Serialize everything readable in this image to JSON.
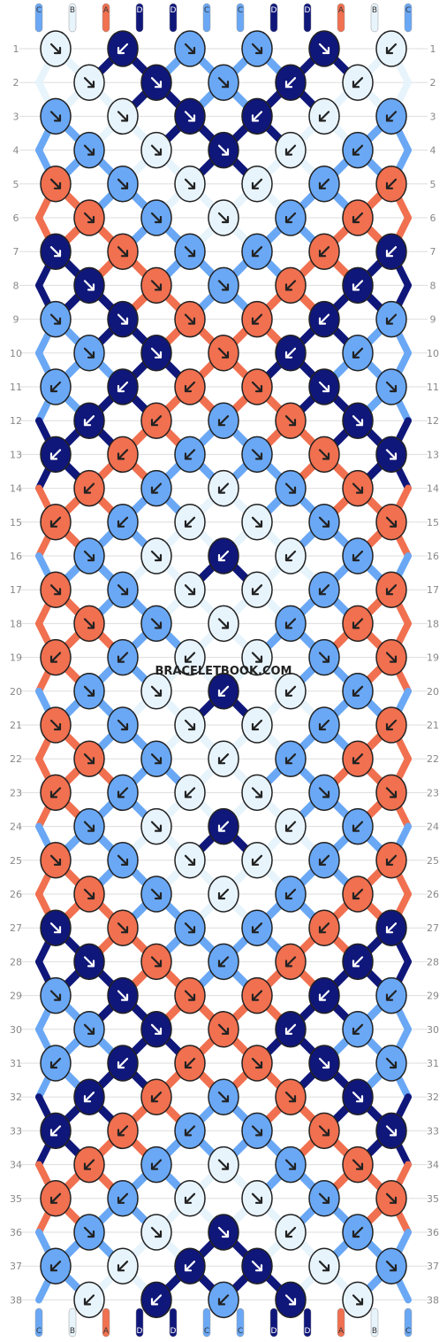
{
  "watermark": "BRACELETBOOK.COM",
  "colors": {
    "A": "#f07050",
    "B": "#e8f4fc",
    "C": "#6aa8f5",
    "D": "#10177a"
  },
  "strands_top": [
    "C",
    "B",
    "A",
    "D",
    "D",
    "C",
    "C",
    "D",
    "D",
    "A",
    "B",
    "C"
  ],
  "strands_bottom": [
    "C",
    "B",
    "A",
    "D",
    "D",
    "C",
    "C",
    "D",
    "D",
    "A",
    "B",
    "C"
  ],
  "row_count": 38,
  "knot_rows": [
    {
      "row": 1,
      "knots": [
        {
          "color": "B",
          "dir": "br"
        },
        {
          "color": "D",
          "dir": "bl"
        },
        {
          "color": "C",
          "dir": "br"
        },
        {
          "color": "C",
          "dir": "br"
        },
        {
          "color": "D",
          "dir": "br"
        },
        {
          "color": "B",
          "dir": "bl"
        }
      ]
    },
    {
      "row": 2,
      "knots": [
        {
          "color": "B",
          "dir": "br"
        },
        {
          "color": "D",
          "dir": "br"
        },
        {
          "color": "C",
          "dir": "br"
        },
        {
          "color": "D",
          "dir": "bl"
        },
        {
          "color": "B",
          "dir": "bl"
        }
      ]
    },
    {
      "row": 3,
      "knots": [
        {
          "color": "C",
          "dir": "br"
        },
        {
          "color": "B",
          "dir": "br"
        },
        {
          "color": "D",
          "dir": "br"
        },
        {
          "color": "D",
          "dir": "bl"
        },
        {
          "color": "B",
          "dir": "bl"
        },
        {
          "color": "C",
          "dir": "bl"
        }
      ]
    },
    {
      "row": 4,
      "knots": [
        {
          "color": "C",
          "dir": "br"
        },
        {
          "color": "B",
          "dir": "br"
        },
        {
          "color": "D",
          "dir": "br"
        },
        {
          "color": "B",
          "dir": "bl"
        },
        {
          "color": "C",
          "dir": "bl"
        }
      ]
    },
    {
      "row": 5,
      "knots": [
        {
          "color": "A",
          "dir": "br"
        },
        {
          "color": "C",
          "dir": "br"
        },
        {
          "color": "B",
          "dir": "br"
        },
        {
          "color": "B",
          "dir": "bl"
        },
        {
          "color": "C",
          "dir": "bl"
        },
        {
          "color": "A",
          "dir": "bl"
        }
      ]
    },
    {
      "row": 6,
      "knots": [
        {
          "color": "A",
          "dir": "br"
        },
        {
          "color": "C",
          "dir": "br"
        },
        {
          "color": "B",
          "dir": "br"
        },
        {
          "color": "C",
          "dir": "bl"
        },
        {
          "color": "A",
          "dir": "bl"
        }
      ]
    },
    {
      "row": 7,
      "knots": [
        {
          "color": "D",
          "dir": "br"
        },
        {
          "color": "A",
          "dir": "br"
        },
        {
          "color": "C",
          "dir": "br"
        },
        {
          "color": "C",
          "dir": "bl"
        },
        {
          "color": "A",
          "dir": "bl"
        },
        {
          "color": "D",
          "dir": "bl"
        }
      ]
    },
    {
      "row": 8,
      "knots": [
        {
          "color": "D",
          "dir": "br"
        },
        {
          "color": "A",
          "dir": "br"
        },
        {
          "color": "C",
          "dir": "br"
        },
        {
          "color": "A",
          "dir": "bl"
        },
        {
          "color": "D",
          "dir": "bl"
        }
      ]
    },
    {
      "row": 9,
      "knots": [
        {
          "color": "C",
          "dir": "br"
        },
        {
          "color": "D",
          "dir": "br"
        },
        {
          "color": "A",
          "dir": "br"
        },
        {
          "color": "A",
          "dir": "bl"
        },
        {
          "color": "D",
          "dir": "bl"
        },
        {
          "color": "C",
          "dir": "bl"
        }
      ]
    },
    {
      "row": 10,
      "knots": [
        {
          "color": "C",
          "dir": "br"
        },
        {
          "color": "D",
          "dir": "br"
        },
        {
          "color": "A",
          "dir": "br"
        },
        {
          "color": "D",
          "dir": "bl"
        },
        {
          "color": "C",
          "dir": "bl"
        }
      ]
    },
    {
      "row": 11,
      "knots": [
        {
          "color": "C",
          "dir": "bl"
        },
        {
          "color": "D",
          "dir": "bl"
        },
        {
          "color": "A",
          "dir": "bl"
        },
        {
          "color": "A",
          "dir": "br"
        },
        {
          "color": "D",
          "dir": "br"
        },
        {
          "color": "C",
          "dir": "br"
        }
      ]
    },
    {
      "row": 12,
      "knots": [
        {
          "color": "D",
          "dir": "bl"
        },
        {
          "color": "A",
          "dir": "bl"
        },
        {
          "color": "C",
          "dir": "bl"
        },
        {
          "color": "A",
          "dir": "br"
        },
        {
          "color": "D",
          "dir": "br"
        }
      ]
    },
    {
      "row": 13,
      "knots": [
        {
          "color": "D",
          "dir": "bl"
        },
        {
          "color": "A",
          "dir": "bl"
        },
        {
          "color": "C",
          "dir": "bl"
        },
        {
          "color": "C",
          "dir": "br"
        },
        {
          "color": "A",
          "dir": "br"
        },
        {
          "color": "D",
          "dir": "br"
        }
      ]
    },
    {
      "row": 14,
      "knots": [
        {
          "color": "A",
          "dir": "bl"
        },
        {
          "color": "C",
          "dir": "bl"
        },
        {
          "color": "B",
          "dir": "bl"
        },
        {
          "color": "C",
          "dir": "br"
        },
        {
          "color": "A",
          "dir": "br"
        }
      ]
    },
    {
      "row": 15,
      "knots": [
        {
          "color": "A",
          "dir": "bl"
        },
        {
          "color": "C",
          "dir": "bl"
        },
        {
          "color": "B",
          "dir": "bl"
        },
        {
          "color": "B",
          "dir": "br"
        },
        {
          "color": "C",
          "dir": "br"
        },
        {
          "color": "A",
          "dir": "br"
        }
      ]
    },
    {
      "row": 16,
      "knots": [
        {
          "color": "C",
          "dir": "br"
        },
        {
          "color": "B",
          "dir": "br"
        },
        {
          "color": "D",
          "dir": "bl"
        },
        {
          "color": "B",
          "dir": "bl"
        },
        {
          "color": "C",
          "dir": "bl"
        }
      ]
    },
    {
      "row": 17,
      "knots": [
        {
          "color": "A",
          "dir": "br"
        },
        {
          "color": "C",
          "dir": "br"
        },
        {
          "color": "B",
          "dir": "br"
        },
        {
          "color": "B",
          "dir": "bl"
        },
        {
          "color": "C",
          "dir": "bl"
        },
        {
          "color": "A",
          "dir": "bl"
        }
      ]
    },
    {
      "row": 18,
      "knots": [
        {
          "color": "A",
          "dir": "br"
        },
        {
          "color": "C",
          "dir": "br"
        },
        {
          "color": "B",
          "dir": "br"
        },
        {
          "color": "C",
          "dir": "bl"
        },
        {
          "color": "A",
          "dir": "bl"
        }
      ]
    },
    {
      "row": 19,
      "knots": [
        {
          "color": "A",
          "dir": "bl"
        },
        {
          "color": "C",
          "dir": "bl"
        },
        {
          "color": "B",
          "dir": "bl"
        },
        {
          "color": "B",
          "dir": "br"
        },
        {
          "color": "C",
          "dir": "br"
        },
        {
          "color": "A",
          "dir": "br"
        }
      ]
    },
    {
      "row": 20,
      "knots": [
        {
          "color": "C",
          "dir": "br"
        },
        {
          "color": "B",
          "dir": "br"
        },
        {
          "color": "D",
          "dir": "bl"
        },
        {
          "color": "B",
          "dir": "bl"
        },
        {
          "color": "C",
          "dir": "bl"
        }
      ]
    },
    {
      "row": 21,
      "knots": [
        {
          "color": "A",
          "dir": "br"
        },
        {
          "color": "C",
          "dir": "br"
        },
        {
          "color": "B",
          "dir": "br"
        },
        {
          "color": "B",
          "dir": "bl"
        },
        {
          "color": "C",
          "dir": "bl"
        },
        {
          "color": "A",
          "dir": "bl"
        }
      ]
    },
    {
      "row": 22,
      "knots": [
        {
          "color": "A",
          "dir": "br"
        },
        {
          "color": "C",
          "dir": "br"
        },
        {
          "color": "B",
          "dir": "bl"
        },
        {
          "color": "C",
          "dir": "bl"
        },
        {
          "color": "A",
          "dir": "bl"
        }
      ]
    },
    {
      "row": 23,
      "knots": [
        {
          "color": "A",
          "dir": "bl"
        },
        {
          "color": "C",
          "dir": "bl"
        },
        {
          "color": "B",
          "dir": "bl"
        },
        {
          "color": "B",
          "dir": "br"
        },
        {
          "color": "C",
          "dir": "br"
        },
        {
          "color": "A",
          "dir": "br"
        }
      ]
    },
    {
      "row": 24,
      "knots": [
        {
          "color": "C",
          "dir": "br"
        },
        {
          "color": "B",
          "dir": "br"
        },
        {
          "color": "D",
          "dir": "bl"
        },
        {
          "color": "B",
          "dir": "bl"
        },
        {
          "color": "C",
          "dir": "bl"
        }
      ]
    },
    {
      "row": 25,
      "knots": [
        {
          "color": "A",
          "dir": "br"
        },
        {
          "color": "C",
          "dir": "br"
        },
        {
          "color": "B",
          "dir": "br"
        },
        {
          "color": "B",
          "dir": "bl"
        },
        {
          "color": "C",
          "dir": "bl"
        },
        {
          "color": "A",
          "dir": "bl"
        }
      ]
    },
    {
      "row": 26,
      "knots": [
        {
          "color": "A",
          "dir": "br"
        },
        {
          "color": "C",
          "dir": "br"
        },
        {
          "color": "B",
          "dir": "bl"
        },
        {
          "color": "C",
          "dir": "bl"
        },
        {
          "color": "A",
          "dir": "bl"
        }
      ]
    },
    {
      "row": 27,
      "knots": [
        {
          "color": "D",
          "dir": "br"
        },
        {
          "color": "A",
          "dir": "br"
        },
        {
          "color": "C",
          "dir": "br"
        },
        {
          "color": "C",
          "dir": "bl"
        },
        {
          "color": "A",
          "dir": "bl"
        },
        {
          "color": "D",
          "dir": "bl"
        }
      ]
    },
    {
      "row": 28,
      "knots": [
        {
          "color": "D",
          "dir": "br"
        },
        {
          "color": "A",
          "dir": "br"
        },
        {
          "color": "C",
          "dir": "bl"
        },
        {
          "color": "A",
          "dir": "bl"
        },
        {
          "color": "D",
          "dir": "bl"
        }
      ]
    },
    {
      "row": 29,
      "knots": [
        {
          "color": "C",
          "dir": "br"
        },
        {
          "color": "D",
          "dir": "br"
        },
        {
          "color": "A",
          "dir": "br"
        },
        {
          "color": "A",
          "dir": "bl"
        },
        {
          "color": "D",
          "dir": "bl"
        },
        {
          "color": "C",
          "dir": "bl"
        }
      ]
    },
    {
      "row": 30,
      "knots": [
        {
          "color": "C",
          "dir": "br"
        },
        {
          "color": "D",
          "dir": "br"
        },
        {
          "color": "A",
          "dir": "br"
        },
        {
          "color": "D",
          "dir": "bl"
        },
        {
          "color": "C",
          "dir": "bl"
        }
      ]
    },
    {
      "row": 31,
      "knots": [
        {
          "color": "C",
          "dir": "bl"
        },
        {
          "color": "D",
          "dir": "bl"
        },
        {
          "color": "A",
          "dir": "bl"
        },
        {
          "color": "A",
          "dir": "br"
        },
        {
          "color": "D",
          "dir": "br"
        },
        {
          "color": "C",
          "dir": "br"
        }
      ]
    },
    {
      "row": 32,
      "knots": [
        {
          "color": "D",
          "dir": "bl"
        },
        {
          "color": "A",
          "dir": "bl"
        },
        {
          "color": "C",
          "dir": "br"
        },
        {
          "color": "A",
          "dir": "br"
        },
        {
          "color": "D",
          "dir": "br"
        }
      ]
    },
    {
      "row": 33,
      "knots": [
        {
          "color": "D",
          "dir": "bl"
        },
        {
          "color": "A",
          "dir": "bl"
        },
        {
          "color": "C",
          "dir": "bl"
        },
        {
          "color": "C",
          "dir": "br"
        },
        {
          "color": "A",
          "dir": "br"
        },
        {
          "color": "D",
          "dir": "br"
        }
      ]
    },
    {
      "row": 34,
      "knots": [
        {
          "color": "A",
          "dir": "bl"
        },
        {
          "color": "C",
          "dir": "bl"
        },
        {
          "color": "B",
          "dir": "br"
        },
        {
          "color": "C",
          "dir": "br"
        },
        {
          "color": "A",
          "dir": "br"
        }
      ]
    },
    {
      "row": 35,
      "knots": [
        {
          "color": "A",
          "dir": "bl"
        },
        {
          "color": "C",
          "dir": "bl"
        },
        {
          "color": "B",
          "dir": "bl"
        },
        {
          "color": "B",
          "dir": "br"
        },
        {
          "color": "C",
          "dir": "br"
        },
        {
          "color": "A",
          "dir": "br"
        }
      ]
    },
    {
      "row": 36,
      "knots": [
        {
          "color": "C",
          "dir": "br"
        },
        {
          "color": "B",
          "dir": "br"
        },
        {
          "color": "D",
          "dir": "br"
        },
        {
          "color": "B",
          "dir": "bl"
        },
        {
          "color": "C",
          "dir": "bl"
        }
      ]
    },
    {
      "row": 37,
      "knots": [
        {
          "color": "C",
          "dir": "bl"
        },
        {
          "color": "B",
          "dir": "bl"
        },
        {
          "color": "D",
          "dir": "bl"
        },
        {
          "color": "D",
          "dir": "br"
        },
        {
          "color": "B",
          "dir": "br"
        },
        {
          "color": "C",
          "dir": "br"
        }
      ]
    },
    {
      "row": 38,
      "knots": [
        {
          "color": "B",
          "dir": "bl"
        },
        {
          "color": "D",
          "dir": "bl"
        },
        {
          "color": "C",
          "dir": "bl"
        },
        {
          "color": "D",
          "dir": "br"
        },
        {
          "color": "B",
          "dir": "br"
        }
      ]
    }
  ]
}
